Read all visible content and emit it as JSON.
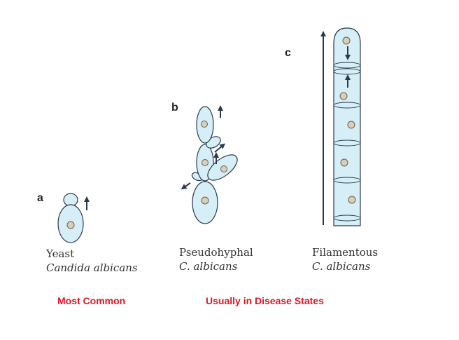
{
  "colors": {
    "cell_fill": "#d6eef8",
    "cell_stroke": "#2b3a4a",
    "nucleus_fill": "#d9cfb8",
    "nucleus_stroke": "#6a5f4a",
    "arrow": "#2b3a4a",
    "note": "#e0161c"
  },
  "panels": [
    {
      "letter": "a",
      "kind": "Yeast",
      "species": "Candida albicans"
    },
    {
      "letter": "b",
      "kind": "Pseudohyphal",
      "species": "C. albicans"
    },
    {
      "letter": "c",
      "kind": "Filamentous",
      "species": "C. albicans"
    }
  ],
  "notes": {
    "common": "Most Common",
    "disease": "Usually in Disease States"
  }
}
